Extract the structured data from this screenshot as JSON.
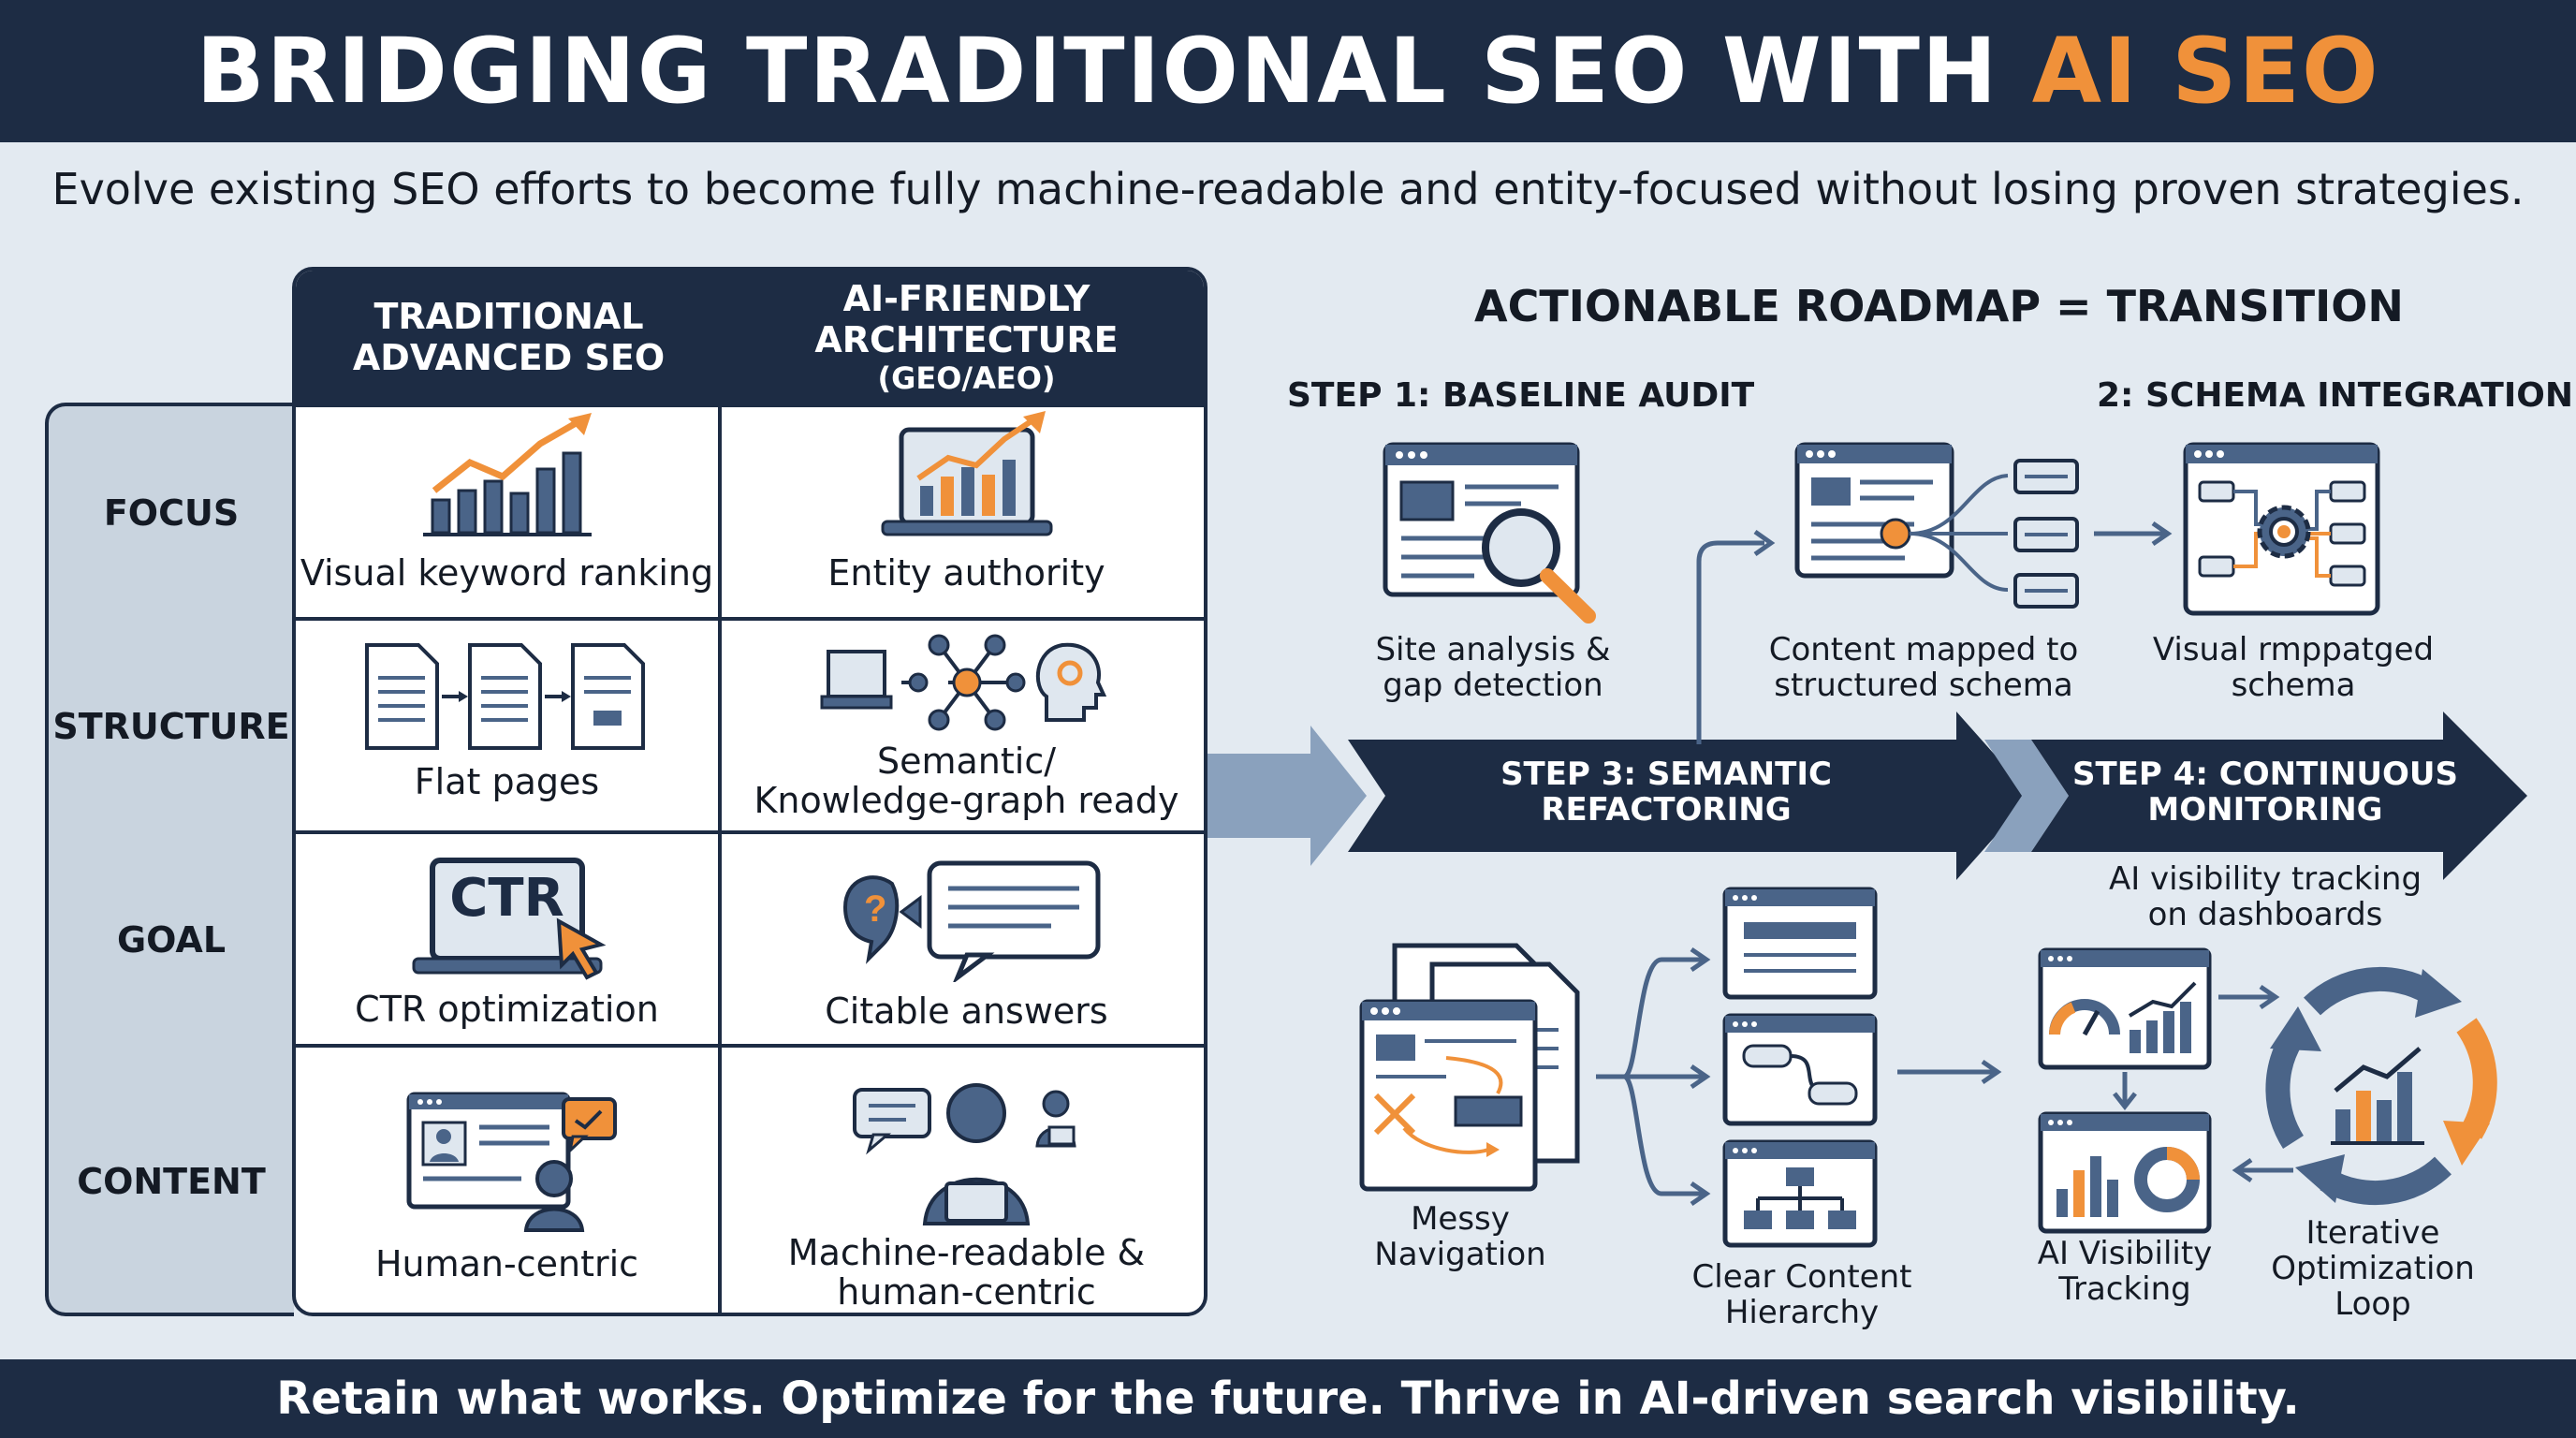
{
  "header": {
    "title_main": "BRIDGING TRADITIONAL SEO WITH ",
    "title_accent": "AI SEO"
  },
  "subtitle": "Evolve existing SEO efforts to become fully machine-readable and entity-focused without losing proven strategies.",
  "table": {
    "col1_header": "TRADITIONAL\nADVANCED SEO",
    "col2_header": "AI-FRIENDLY\nARCHITECTURE",
    "col2_sub": "(GEO/AEO)",
    "rows": [
      {
        "label": "FOCUS",
        "traditional": "Visual keyword ranking",
        "ai": "Entity authority"
      },
      {
        "label": "STRUCTURE",
        "traditional": "Flat pages",
        "ai": "Semantic/\nKnowledge-graph ready"
      },
      {
        "label": "GOAL",
        "traditional": "CTR optimization",
        "ai": "Citable answers"
      },
      {
        "label": "CONTENT",
        "traditional": "Human-centric",
        "ai": "Machine-readable &\nhuman-centric"
      }
    ],
    "ctr_text": "CTR"
  },
  "roadmap": {
    "title": "ACTIONABLE ROADMAP = TRANSITION",
    "step1": "STEP 1: BASELINE AUDIT",
    "step2": "2: SCHEMA INTEGRATION",
    "step3": "STEP 3: SEMANTIC\nREFACTORING",
    "step4": "STEP 4: CONTINUOUS\nMONITORING",
    "site_analysis": "Site analysis &\ngap detection",
    "content_mapped": "Content mapped to\nstructured schema",
    "visual_schema": "Visual rmppatged\nschema",
    "ai_visibility_tracking_desc": "AI visibility tracking\non dashboards",
    "messy_nav": "Messy\nNavigation",
    "clear_hierarchy": "Clear Content\nHierarchy",
    "ai_visibility": "AI Visibility\nTracking",
    "iterative_loop": "Iterative\nOptimization\nLoop"
  },
  "footer": "Retain what works. Optimize for the future. Thrive in AI-driven search visibility.",
  "colors": {
    "navy": "#1d2c44",
    "orange": "#f0913a",
    "steel": "#4a6488",
    "light": "#e3eaf1"
  }
}
